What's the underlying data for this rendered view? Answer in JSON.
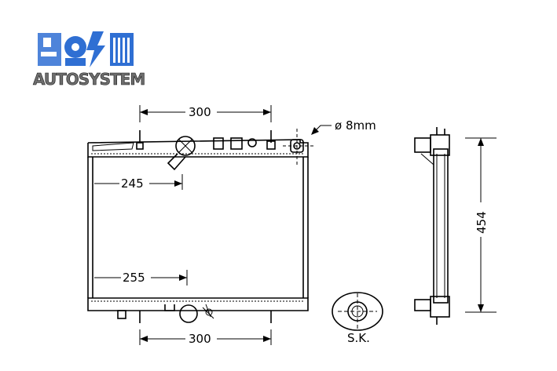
{
  "logo": {
    "name": "AUTOSYSTEM",
    "colors": {
      "blue": "#2f6fd3",
      "grey": "#6d6d6d"
    }
  },
  "dimensions": {
    "top_width": "300",
    "bottom_width": "300",
    "upper_inner": "245",
    "lower_inner": "255",
    "height": "454",
    "pipe_diameter": "ø 8mm"
  },
  "labels": {
    "sk": "S.K."
  }
}
